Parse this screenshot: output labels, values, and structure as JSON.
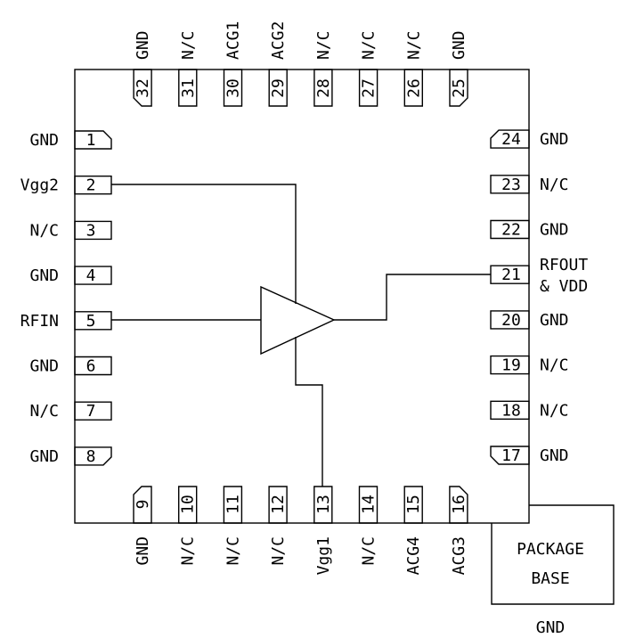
{
  "pins_left": [
    {
      "num": "1",
      "label": "GND"
    },
    {
      "num": "2",
      "label": "Vgg2"
    },
    {
      "num": "3",
      "label": "N/C"
    },
    {
      "num": "4",
      "label": "GND"
    },
    {
      "num": "5",
      "label": "RFIN"
    },
    {
      "num": "6",
      "label": "GND"
    },
    {
      "num": "7",
      "label": "N/C"
    },
    {
      "num": "8",
      "label": "GND"
    }
  ],
  "pins_bottom": [
    {
      "num": "9",
      "label": "GND"
    },
    {
      "num": "10",
      "label": "N/C"
    },
    {
      "num": "11",
      "label": "N/C"
    },
    {
      "num": "12",
      "label": "N/C"
    },
    {
      "num": "13",
      "label": "Vgg1"
    },
    {
      "num": "14",
      "label": "N/C"
    },
    {
      "num": "15",
      "label": "ACG4"
    },
    {
      "num": "16",
      "label": "ACG3"
    }
  ],
  "pins_right": [
    {
      "num": "17",
      "label": "GND"
    },
    {
      "num": "18",
      "label": "N/C"
    },
    {
      "num": "19",
      "label": "N/C"
    },
    {
      "num": "20",
      "label": "GND"
    },
    {
      "num": "21",
      "label": "RFOUT",
      "label2": "& VDD"
    },
    {
      "num": "22",
      "label": "GND"
    },
    {
      "num": "23",
      "label": "N/C"
    },
    {
      "num": "24",
      "label": "GND"
    }
  ],
  "pins_top": [
    {
      "num": "25",
      "label": "GND"
    },
    {
      "num": "26",
      "label": "N/C"
    },
    {
      "num": "27",
      "label": "N/C"
    },
    {
      "num": "28",
      "label": "N/C"
    },
    {
      "num": "29",
      "label": "ACG2"
    },
    {
      "num": "30",
      "label": "ACG1"
    },
    {
      "num": "31",
      "label": "N/C"
    },
    {
      "num": "32",
      "label": "GND"
    }
  ],
  "package_base": {
    "line1": "PACKAGE",
    "line2": "BASE",
    "ground_label": "GND"
  }
}
